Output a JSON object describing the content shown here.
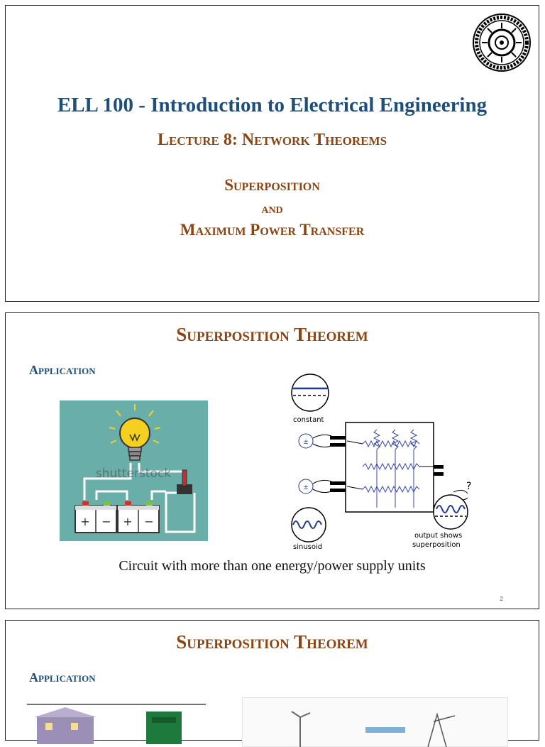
{
  "slide1": {
    "title": "ELL 100 - Introduction to Electrical Engineering",
    "lecture": "Lecture 8: Network Theorems",
    "topic_line1": "Superposition",
    "topic_line2": "and",
    "topic_line3": "Maximum Power Transfer",
    "logo_icon": "iit-delhi-seal-icon"
  },
  "slide2": {
    "heading": "Superposition Theorem",
    "subheading": "Application",
    "watermark": "shutterstock",
    "diagram_labels": {
      "constant": "constant",
      "sinusoid": "sinusoid",
      "output": "output shows superposition",
      "question": "?"
    },
    "caption": "Circuit with more than one energy/power supply units",
    "page_number": "2"
  },
  "slide3": {
    "heading": "Superposition Theorem",
    "subheading": "Application"
  },
  "colors": {
    "navy": "#1f4e79",
    "brown": "#8b4513",
    "teal_bg": "#6aaeaa",
    "bulb": "#f5d020"
  }
}
